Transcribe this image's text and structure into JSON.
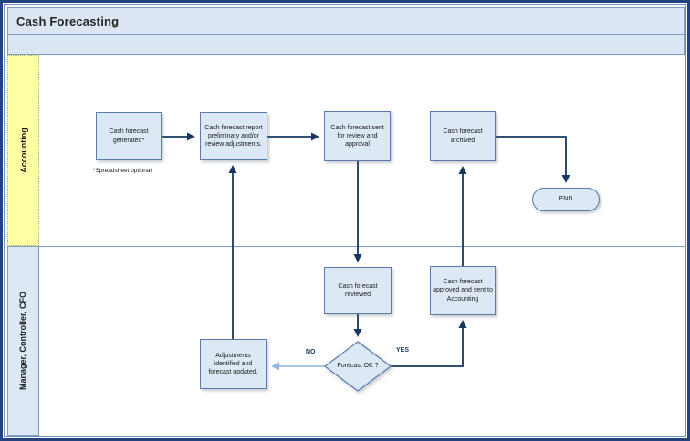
{
  "title": "Cash Forecasting",
  "lanes": [
    {
      "label": "Accounting"
    },
    {
      "label": "Manager, Controller, CFO"
    }
  ],
  "nodes": [
    {
      "id": "generated",
      "type": "process",
      "lane": "Accounting",
      "text": "Cash forecast generated*"
    },
    {
      "id": "report",
      "type": "process",
      "lane": "Accounting",
      "text": "Cash forecast report preliminary and/or review adjustments."
    },
    {
      "id": "sent",
      "type": "process",
      "lane": "Accounting",
      "text": "Cash forecast sent for review and approval"
    },
    {
      "id": "archived",
      "type": "process",
      "lane": "Accounting",
      "text": "Cash forecast archived"
    },
    {
      "id": "end",
      "type": "terminator",
      "lane": "Accounting",
      "text": "END"
    },
    {
      "id": "reviewed",
      "type": "process",
      "lane": "Manager, Controller, CFO",
      "text": "Cash forecast reviewed"
    },
    {
      "id": "approved",
      "type": "process",
      "lane": "Manager, Controller, CFO",
      "text": "Cash forecast approved and sent to Accounting"
    },
    {
      "id": "adjustments",
      "type": "process",
      "lane": "Manager, Controller, CFO",
      "text": "Adjustments identified and forecast updated."
    },
    {
      "id": "decision",
      "type": "decision",
      "lane": "Manager, Controller, CFO",
      "text": "Forecast OK ?"
    }
  ],
  "annotations": {
    "spreadsheet_note": "*Spreadsheet optional"
  },
  "edge_labels": {
    "no": "NO",
    "yes": "YES"
  },
  "edges": [
    {
      "from": "generated",
      "to": "report",
      "label": ""
    },
    {
      "from": "report",
      "to": "sent",
      "label": ""
    },
    {
      "from": "sent",
      "to": "reviewed",
      "label": ""
    },
    {
      "from": "reviewed",
      "to": "decision",
      "label": ""
    },
    {
      "from": "decision",
      "to": "adjustments",
      "label": "NO"
    },
    {
      "from": "decision",
      "to": "approved",
      "label": "YES"
    },
    {
      "from": "adjustments",
      "to": "report",
      "label": ""
    },
    {
      "from": "approved",
      "to": "archived",
      "label": ""
    },
    {
      "from": "archived",
      "to": "end",
      "label": ""
    }
  ],
  "colors": {
    "node_fill": "#dce9f5",
    "node_border": "#5a7bab",
    "arrow_dark": "#17375e",
    "arrow_light": "#8fb6e4",
    "lane1_fill": "#ffffa3",
    "lane2_fill": "#dce9f5",
    "header_fill": "#dbe6f2",
    "frame": "#24427e"
  }
}
